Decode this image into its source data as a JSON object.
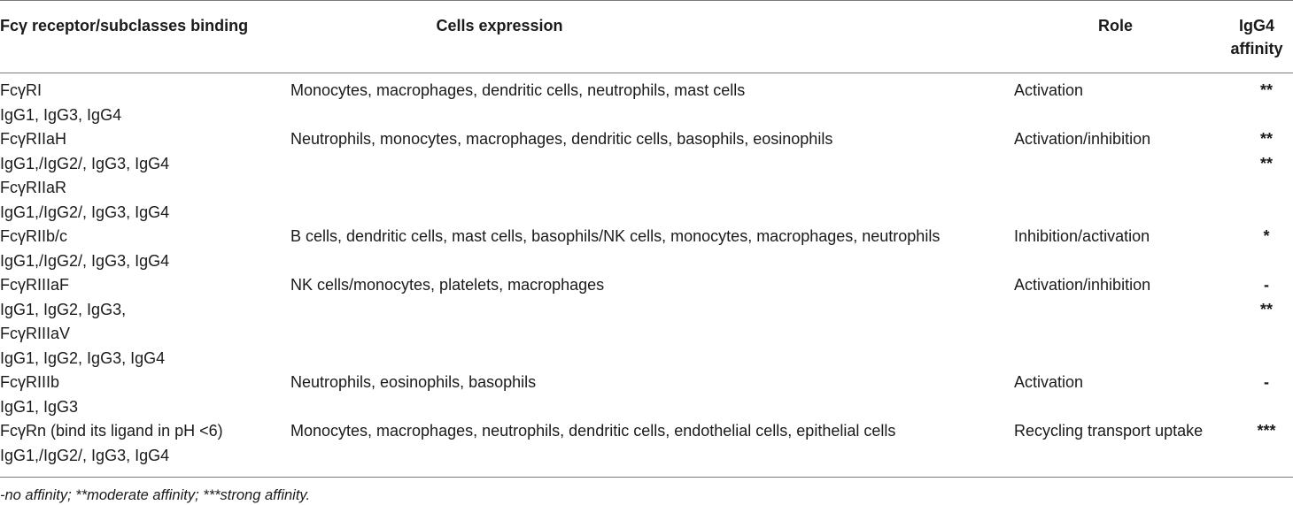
{
  "header": {
    "col1": "Fcγ receptor/subclasses binding",
    "col2": "Cells expression",
    "col3": "Role",
    "col4_line1": "IgG4",
    "col4_line2": "affinity"
  },
  "lines": [
    {
      "receptor": "FcγRI",
      "cells": "Monocytes, macrophages, dendritic cells, neutrophils, mast cells",
      "role": "Activation",
      "affinity": "**"
    },
    {
      "receptor": "IgG1, IgG3, IgG4",
      "cells": "",
      "role": "",
      "affinity": ""
    },
    {
      "receptor": "FcγRIIaH",
      "cells": "Neutrophils, monocytes, macrophages, dendritic cells, basophils, eosinophils",
      "role": "Activation/inhibition",
      "affinity": "**"
    },
    {
      "receptor": "IgG1,/IgG2/, IgG3, IgG4",
      "cells": "",
      "role": "",
      "affinity": "**"
    },
    {
      "receptor": "FcγRIIaR",
      "cells": "",
      "role": "",
      "affinity": ""
    },
    {
      "receptor": "IgG1,/IgG2/, IgG3, IgG4",
      "cells": "",
      "role": "",
      "affinity": ""
    },
    {
      "receptor": "FcγRIIb/c",
      "cells": "B cells, dendritic cells, mast cells, basophils/NK cells, monocytes, macrophages, neutrophils",
      "role": "Inhibition/activation",
      "affinity": "*"
    },
    {
      "receptor": "IgG1,/IgG2/, IgG3, IgG4",
      "cells": "",
      "role": "",
      "affinity": ""
    },
    {
      "receptor": "FcγRIIIaF",
      "cells": "NK cells/monocytes, platelets, macrophages",
      "role": "Activation/inhibition",
      "affinity": "-"
    },
    {
      "receptor": "IgG1, IgG2, IgG3,",
      "cells": "",
      "role": "",
      "affinity": "**"
    },
    {
      "receptor": "FcγRIIIaV",
      "cells": "",
      "role": "",
      "affinity": ""
    },
    {
      "receptor": "IgG1, IgG2, IgG3, IgG4",
      "cells": "",
      "role": "",
      "affinity": ""
    },
    {
      "receptor": "FcγRIIIb",
      "cells": "Neutrophils, eosinophils, basophils",
      "role": "Activation",
      "affinity": "-"
    },
    {
      "receptor": "IgG1, IgG3",
      "cells": "",
      "role": "",
      "affinity": ""
    },
    {
      "receptor": "FcγRn (bind its ligand in pH <6)",
      "cells": "Monocytes, macrophages, neutrophils, dendritic cells, endothelial cells, epithelial cells",
      "role": "Recycling transport uptake",
      "affinity": "***"
    },
    {
      "receptor": "IgG1,/IgG2/, IgG3, IgG4",
      "cells": "",
      "role": "",
      "affinity": ""
    }
  ],
  "footnote": "-no affinity; **moderate affinity; ***strong affinity."
}
